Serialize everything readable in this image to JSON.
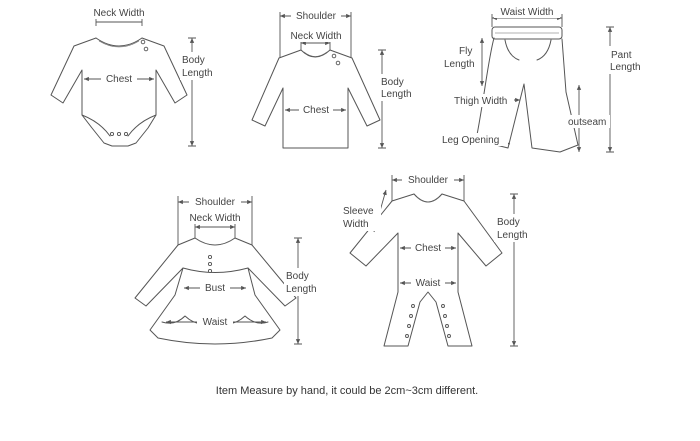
{
  "colors": {
    "line": "#555555",
    "text": "#444444",
    "background": "#ffffff"
  },
  "bodysuit": {
    "neck_width": "Neck Width",
    "chest": "Chest",
    "body_length_1": "Body",
    "body_length_2": "Length"
  },
  "tshirt": {
    "shoulder": "Shoulder",
    "neck_width": "Neck Width",
    "chest": "Chest",
    "body_length_1": "Body",
    "body_length_2": "Length"
  },
  "pants": {
    "waist_width": "Waist Width",
    "fly_length_1": "Fly",
    "fly_length_2": "Length",
    "pant_length_1": "Pant",
    "pant_length_2": "Length",
    "thigh_width": "Thigh Width",
    "outseam": "outseam",
    "leg_opening": "Leg Opening"
  },
  "dress": {
    "shoulder": "Shoulder",
    "neck_width": "Neck Width",
    "bust": "Bust",
    "waist": "Waist",
    "body_length_1": "Body",
    "body_length_2": "Length"
  },
  "romper": {
    "shoulder": "Shoulder",
    "sleeve_width_1": "Sleeve",
    "sleeve_width_2": "Width",
    "chest": "Chest",
    "waist": "Waist",
    "body_length_1": "Body",
    "body_length_2": "Length"
  },
  "footer": {
    "note": "Item Measure by hand, it could be 2cm~3cm different."
  }
}
